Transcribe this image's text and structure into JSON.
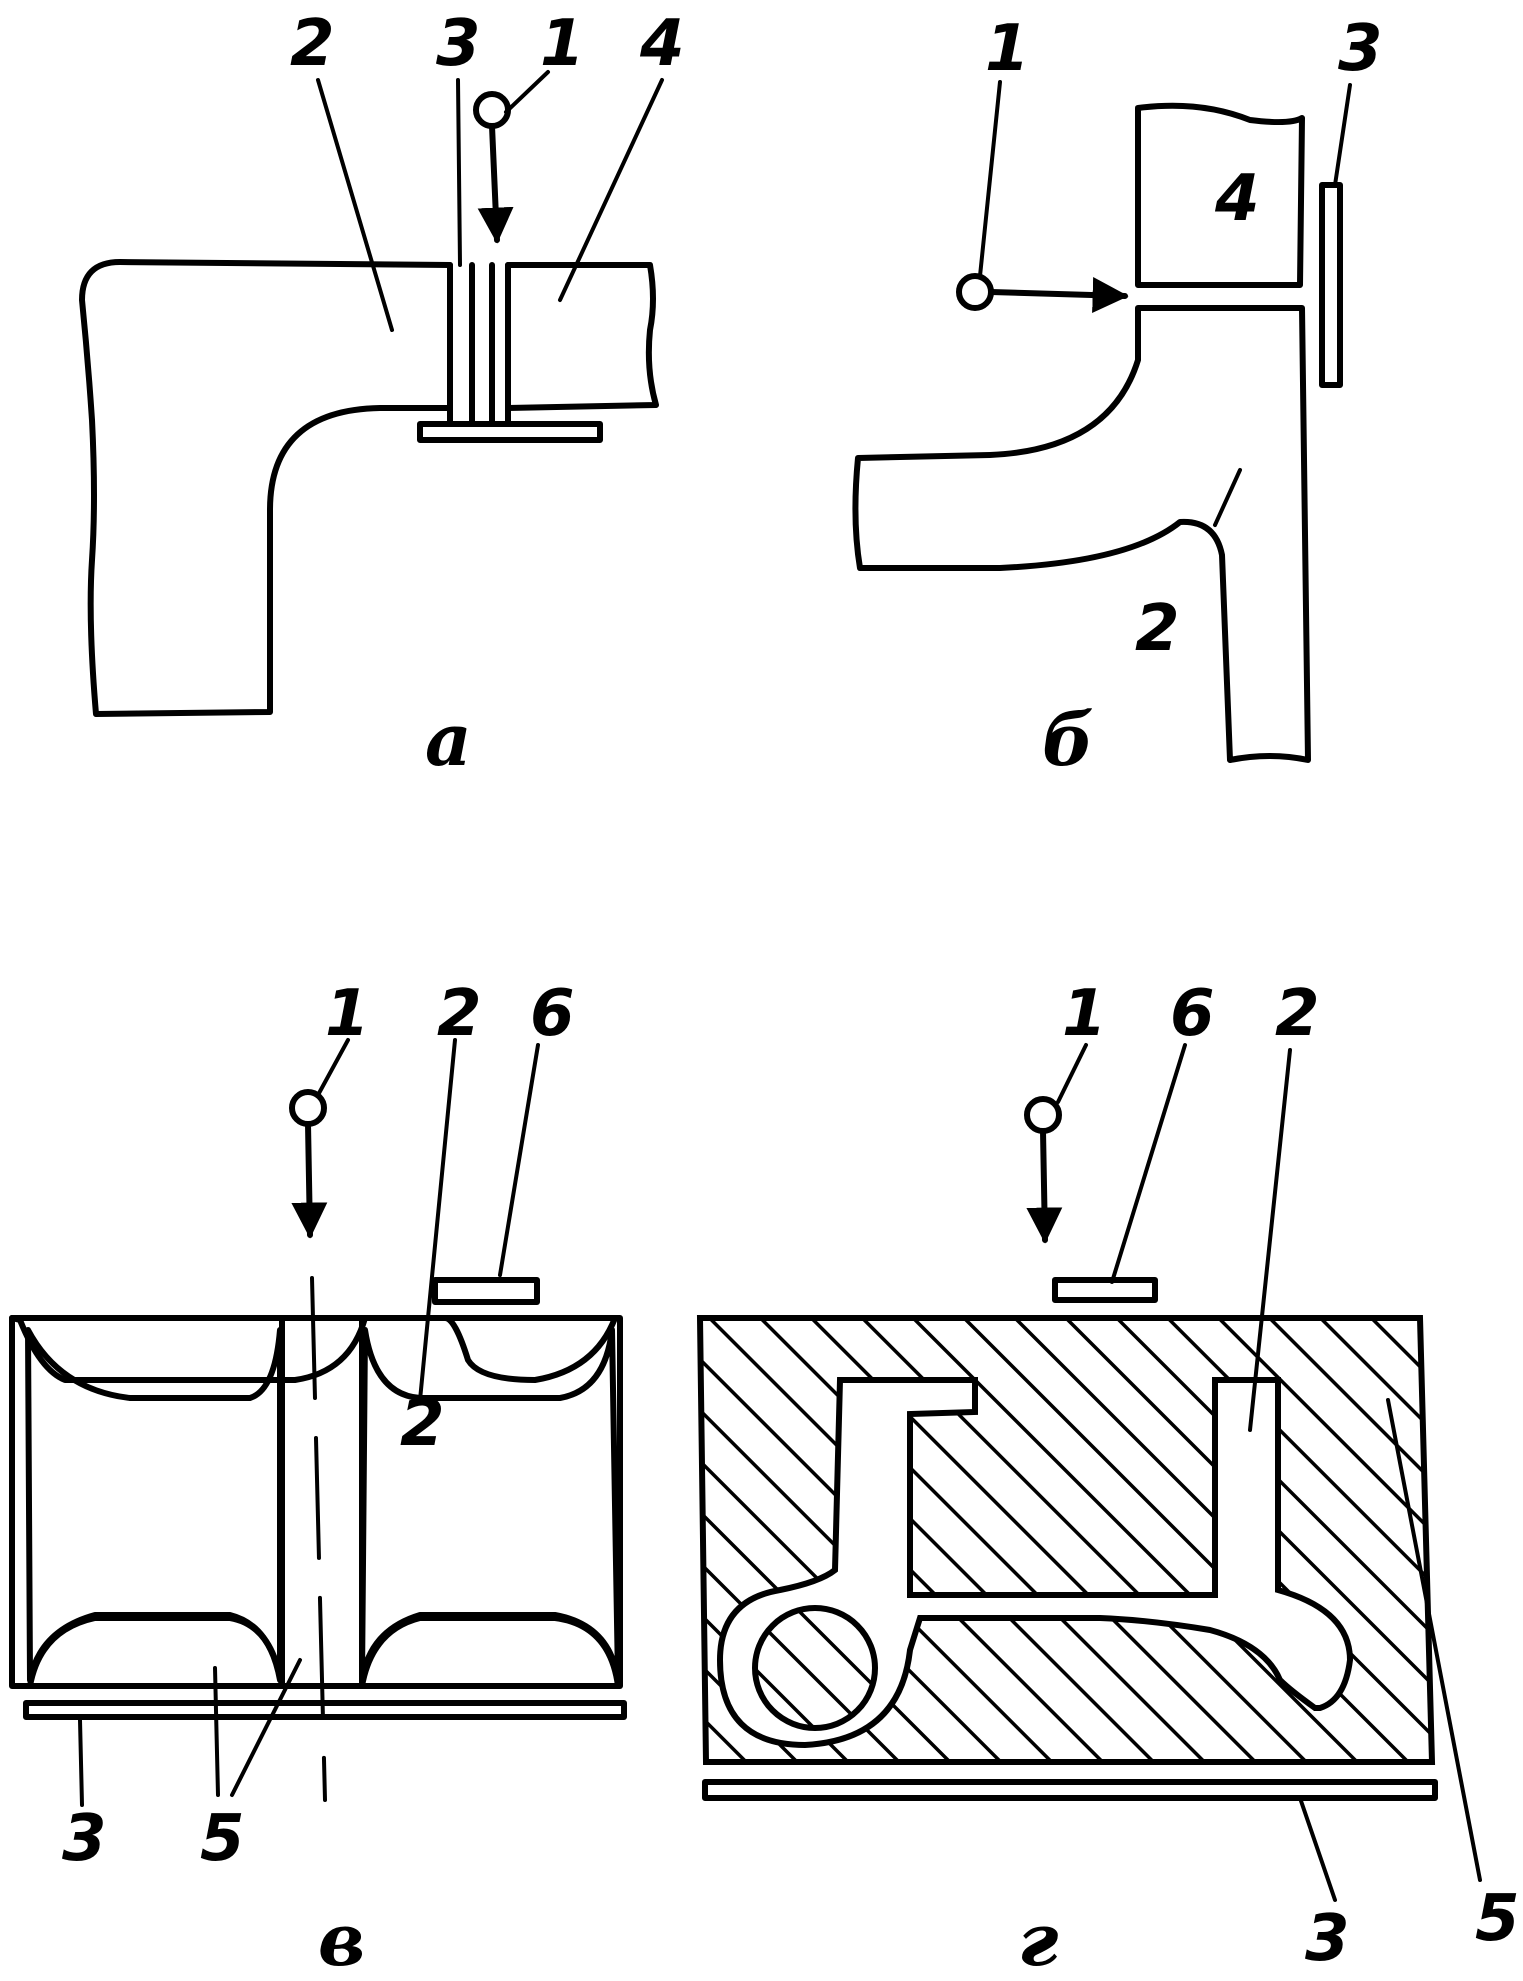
{
  "panels": [
    {
      "caption": "а",
      "labels": {
        "n1": "1",
        "n2": "2",
        "n3": "3",
        "n4": "4"
      }
    },
    {
      "caption": "б",
      "labels": {
        "n1": "1",
        "n2": "2",
        "n3": "3",
        "n4": "4"
      }
    },
    {
      "caption": "в",
      "labels": {
        "n1": "1",
        "n2": "2",
        "n3": "3",
        "n5": "5",
        "n6": "6"
      }
    },
    {
      "caption": "г",
      "labels": {
        "n1": "1",
        "n2": "2",
        "n3": "3",
        "n5": "5",
        "n6": "6"
      }
    }
  ]
}
